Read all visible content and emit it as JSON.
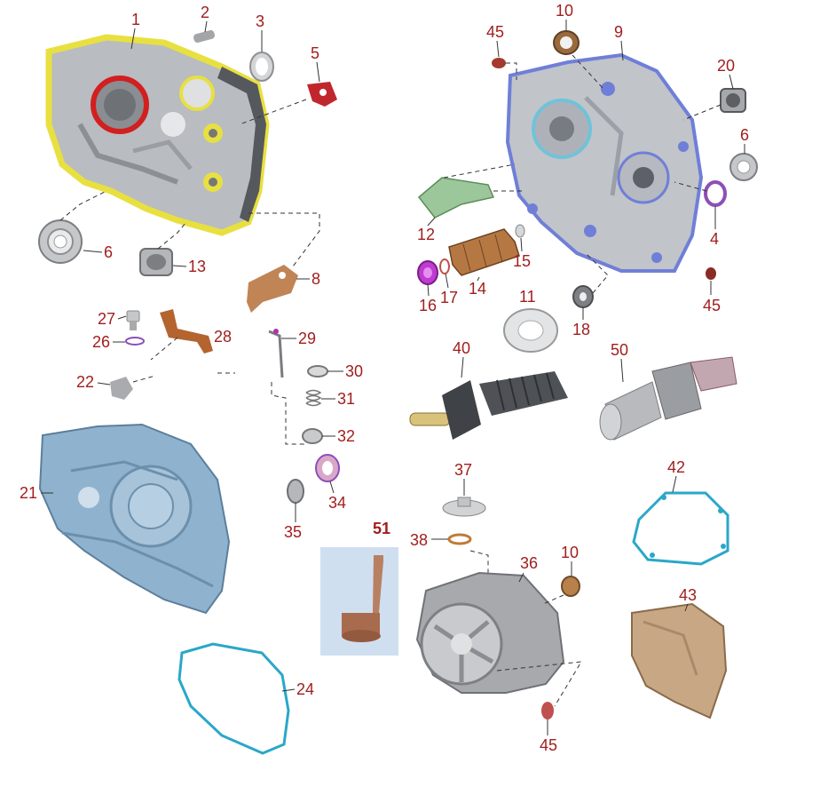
{
  "colors": {
    "label": "#a11e1e",
    "gasket_cyan": "#2aa7c9",
    "cover_blue": "#8fb3cf",
    "crankcase_grey": "#b9bcc1",
    "highlight_yellow": "#e8e040",
    "blue_highlight": "#6f7fd8",
    "bronze": "#b8804a",
    "magenta": "#b030b0",
    "green_guide": "#9cc79a"
  },
  "labels": {
    "p1": "1",
    "p2": "2",
    "p3": "3",
    "p5": "5",
    "p6a": "6",
    "p13": "13",
    "p8": "8",
    "p27": "27",
    "p26": "26",
    "p28": "28",
    "p22": "22",
    "p29": "29",
    "p30": "30",
    "p31": "31",
    "p32": "32",
    "p21": "21",
    "p34": "34",
    "p35": "35",
    "p24": "24",
    "p51": "51",
    "p10a": "10",
    "p45a": "45",
    "p9": "9",
    "p20": "20",
    "p6b": "6",
    "p4": "4",
    "p12": "12",
    "p15": "15",
    "p17": "17",
    "p14": "14",
    "p16": "16",
    "p11": "11",
    "p18": "18",
    "p45b": "45",
    "p40": "40",
    "p50": "50",
    "p37": "37",
    "p38": "38",
    "p36": "36",
    "p10b": "10",
    "p42": "42",
    "p43": "43",
    "p45c": "45"
  },
  "icons": {
    "crankcase_left": "crankcase-left-icon",
    "crankcase_right": "crankcase-right-icon",
    "clutch_cover": "clutch-cover-icon",
    "generator_cover": "generator-cover-icon"
  }
}
